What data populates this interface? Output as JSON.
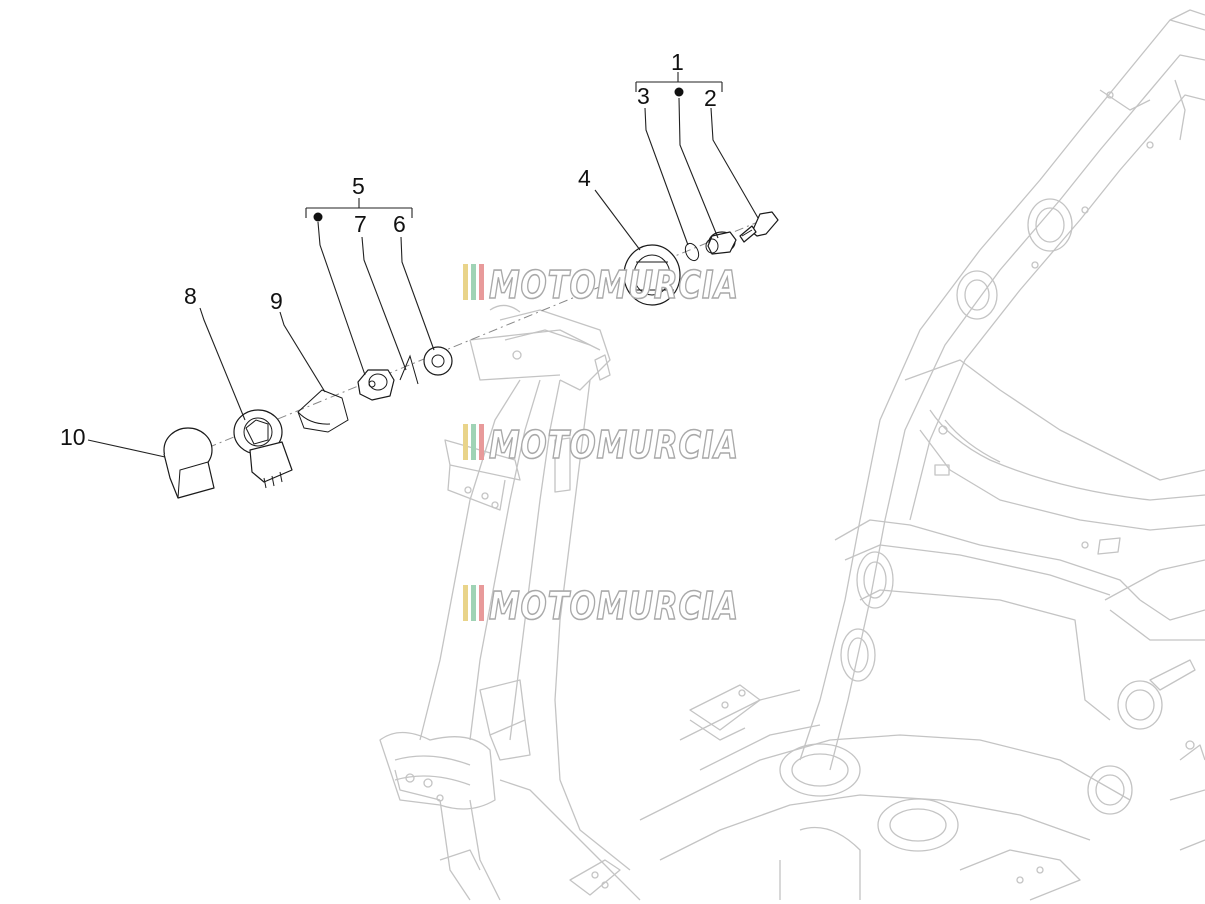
{
  "callouts": {
    "c1": "1",
    "c2": "2",
    "c3": "3",
    "c4": "4",
    "c5": "5",
    "c6": "6",
    "c7": "7",
    "c8": "8",
    "c9": "9",
    "c10": "10"
  },
  "watermark": {
    "text": "MOTOMURCIA",
    "stripe_colors": [
      "#e9d48a",
      "#9fd3b5",
      "#e89a9a"
    ]
  },
  "colors": {
    "frame_line": "#c4c4c4",
    "part_line": "#1a1a1a",
    "callout_text": "#111111"
  }
}
